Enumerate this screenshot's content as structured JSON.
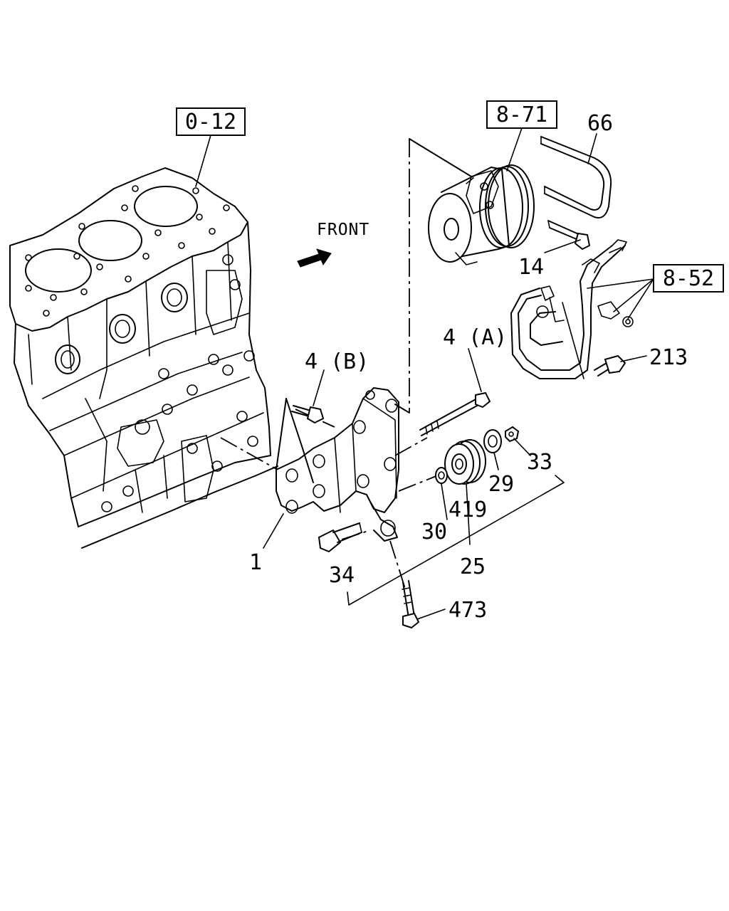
{
  "diagram": {
    "ref_boxes": {
      "engine_ref": "0-12",
      "compressor_ref": "8-71",
      "pipe_ref": "8-52"
    },
    "direction_label": "FRONT",
    "callouts": {
      "bracket": "1",
      "bolt_b": "4 (B)",
      "bolt_a": "4 (A)",
      "compressor_bolt": "14",
      "pulley": "25",
      "pulley_cover": "29",
      "washer": "30",
      "nut": "33",
      "idler_shaft": "34",
      "belt": "66",
      "clip_bolt": "213",
      "bearing": "419",
      "adjust_bolt": "473"
    }
  }
}
